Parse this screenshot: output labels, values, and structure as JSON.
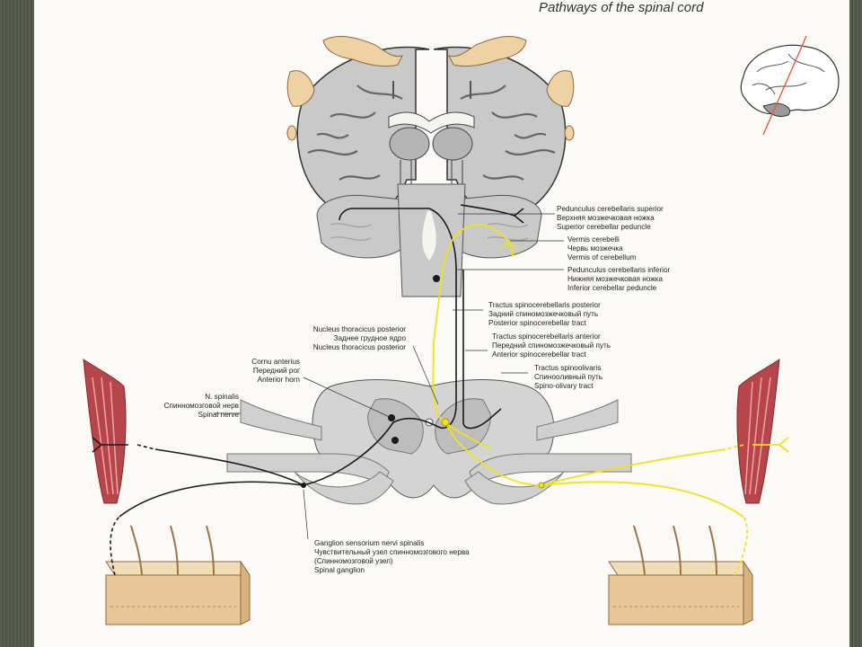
{
  "page": {
    "title": "Pathways of the spinal cord"
  },
  "labels": {
    "ped_sup": [
      "Pedunculus cerebellaris superior",
      "Верхняя мозжечковая ножка",
      "Superior cerebellar peduncle"
    ],
    "vermis": [
      "Vermis cerebelli",
      "Червь мозжечка",
      "Vermis of cerebellum"
    ],
    "ped_inf": [
      "Pedunculus cerebellaris inferior",
      "Нижняя мозжечковая ножка",
      "Inferior cerebellar peduncle"
    ],
    "tr_post": [
      "Tractus spinocerebellaris posterior",
      "Задний спиномозжечковый путь",
      "Posterior spinocerebellar tract"
    ],
    "nucleus": [
      "Nucleus thoracicus posterior",
      "Заднее грудное ядро",
      "Nucleus thoracicus posterior"
    ],
    "tr_ant": [
      "Tractus spinocerebellaris anterior",
      "Передний спиномозжечковый путь",
      "Anterior spinocerebellar tract"
    ],
    "cornu": [
      "Cornu anterius",
      "Передний рог",
      "Anterior horn"
    ],
    "tr_olive": [
      "Tractus spinoolivaris",
      "Спиноoливный путь",
      "Spino-olivary tract"
    ],
    "nspin": [
      "N. spinalis",
      "Спинномозговой нерв",
      "Spinal nerve"
    ],
    "ganglion": [
      "Ganglion sensorium nervi spinalis",
      "Чувствительный узел спинномозгового нерва",
      "(Спинномозговой узел)",
      "Spinal ganglion"
    ]
  },
  "colors": {
    "tissue_gray": "#c9c9c9",
    "tissue_dark": "#a8a8a8",
    "pathway_black": "#1a1a1a",
    "pathway_yellow": "#f2e21a",
    "muscle_red": "#b8454a",
    "skin_tan": "#e7c797",
    "cut_plane": "#e55a3a"
  }
}
